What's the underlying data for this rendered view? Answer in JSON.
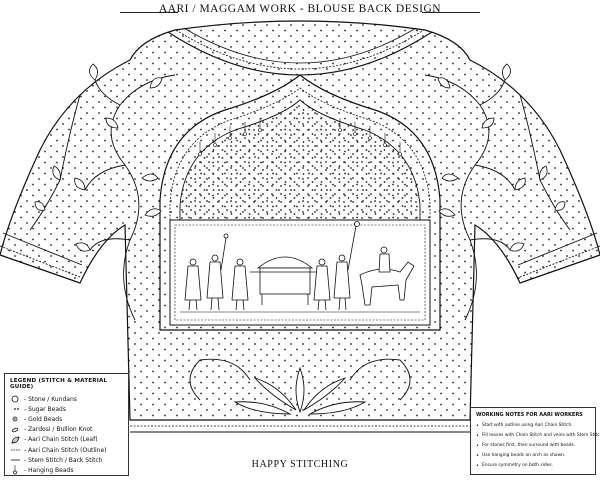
{
  "title": "AARI / MAGGAM WORK - BLOUSE BACK DESIGN",
  "footer": "HAPPY STITCHING",
  "legend": {
    "heading": "LEGEND (STITCH & MATERIAL GUIDE)",
    "items": [
      {
        "icon": "stone-kundan-icon",
        "label": "- Stone / Kundans"
      },
      {
        "icon": "sugar-bead-icon",
        "label": "- Sugar Beads"
      },
      {
        "icon": "gold-bead-icon",
        "label": "- Gold Beads"
      },
      {
        "icon": "zardosi-bullion-knot-icon",
        "label": "- Zardosi / Bullion Knot"
      },
      {
        "icon": "aari-chain-leaf-icon",
        "label": "- Aari Chain Stitch (Leaf)"
      },
      {
        "icon": "aari-chain-outline-icon",
        "label": "- Aari Chain Stitch (Outline)"
      },
      {
        "icon": "stem-back-stitch-icon",
        "label": "- Stem Stitch / Back Stitch"
      },
      {
        "icon": "hanging-bead-icon",
        "label": "- Hanging Beads"
      }
    ]
  },
  "notes": {
    "heading": "WORKING NOTES FOR AARI WORKERS",
    "items": [
      "Start with outline using Aari Chain Stitch.",
      "Fill leaves with Chain Stitch and veins with Stem Stitch.",
      "For stones first, then surround with beads.",
      "Use hanging beads on arch as shown.",
      "Ensure symmetry on both sides."
    ]
  }
}
